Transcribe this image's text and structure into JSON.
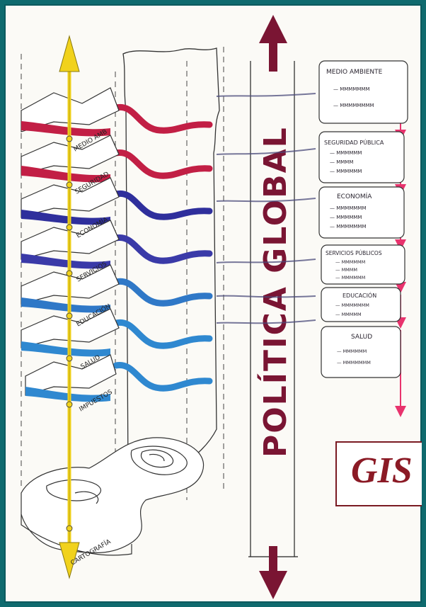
{
  "diagram": {
    "vertical_title": "POLÍTICA GLOBAL",
    "gis_label": "GIS",
    "layers": [
      {
        "label": "MEDIO AMB",
        "color": "#c21f45"
      },
      {
        "label": "SEGURIDAD",
        "color": "#c21f45"
      },
      {
        "label": "ECONOMÍA",
        "color": "#2f2f9c"
      },
      {
        "label": "SERVICIOS",
        "color": "#3a3aa8"
      },
      {
        "label": "EDUCACIÓN",
        "color": "#2f78c7"
      },
      {
        "label": "SALUD",
        "color": "#2f88d0"
      },
      {
        "label": "IMPUESTOS",
        "color": "#2f88d0"
      },
      {
        "label": "CARTOGRAFÍA",
        "color": "#555555"
      }
    ],
    "boxes": [
      {
        "title": "MEDIO AMBIENTE",
        "lines": [
          "— MMMMMMM",
          "— MMMMMMMM"
        ]
      },
      {
        "title": "SEGURIDAD PÚBLICA",
        "lines": [
          "— MMMMMM",
          "— MMMM",
          "— MMMMMM"
        ]
      },
      {
        "title": "ECONOMÍA",
        "lines": [
          "— MMMMMMM",
          "— MMMMMM",
          "— MMMMMMM"
        ]
      },
      {
        "title": "SERVICIOS PÚBLICOS",
        "lines": [
          "— MMMMMM",
          "— MMMM",
          "— MMMMMM"
        ]
      },
      {
        "title": "EDUCACIÓN",
        "lines": [
          "— MMMMMMM",
          "— MMMMM"
        ]
      },
      {
        "title": "SALUD",
        "lines": [
          "— MMMMMM",
          "— MMMMMMM"
        ]
      }
    ],
    "colors": {
      "frame": "#0f6a6e",
      "axis_yellow": "#f1d21c",
      "arrow_dark_red": "#7a1533",
      "arrow_pink": "#e8336d",
      "gis_red": "#8b1a25"
    }
  }
}
